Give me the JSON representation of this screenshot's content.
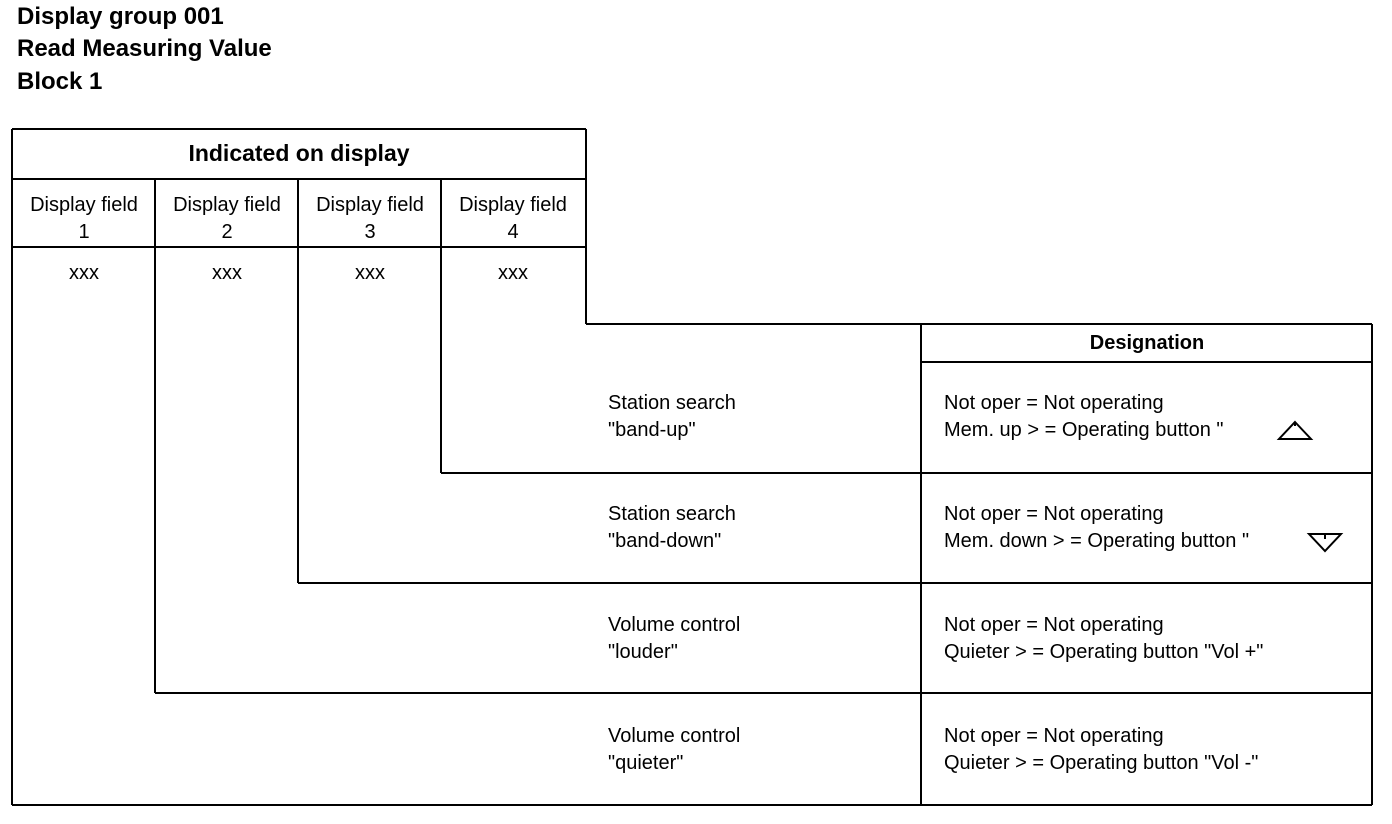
{
  "heading": {
    "line1": "Display group 001",
    "line2": "Read Measuring Value",
    "line3": "Block 1"
  },
  "table": {
    "header": "Indicated on display",
    "fields": [
      {
        "label": "Display field",
        "number": "1",
        "value": "xxx"
      },
      {
        "label": "Display field",
        "number": "2",
        "value": "xxx"
      },
      {
        "label": "Display field",
        "number": "3",
        "value": "xxx"
      },
      {
        "label": "Display field",
        "number": "4",
        "value": "xxx"
      }
    ],
    "designation_header": "Designation",
    "rows": [
      {
        "function_line1": "Station search",
        "function_line2": "\"band-up\"",
        "desig_line1": "Not oper = Not operating",
        "desig_line2": "Mem. up > = Operating  button \"",
        "button_icon": "triangle-up-icon"
      },
      {
        "function_line1": "Station search",
        "function_line2": "\"band-down\"",
        "desig_line1": "Not oper = Not operating",
        "desig_line2": "Mem. down > = Operating  button \"",
        "button_icon": "triangle-down-icon"
      },
      {
        "function_line1": "Volume control",
        "function_line2": "\"louder\"",
        "desig_line1": "Not oper = Not operating",
        "desig_line2": "Quieter > = Operating button \"Vol +\""
      },
      {
        "function_line1": "Volume control",
        "function_line2": "\"quieter\"",
        "desig_line1": "Not oper = Not operating",
        "desig_line2": "Quieter > = Operating button \"Vol -\""
      }
    ]
  }
}
